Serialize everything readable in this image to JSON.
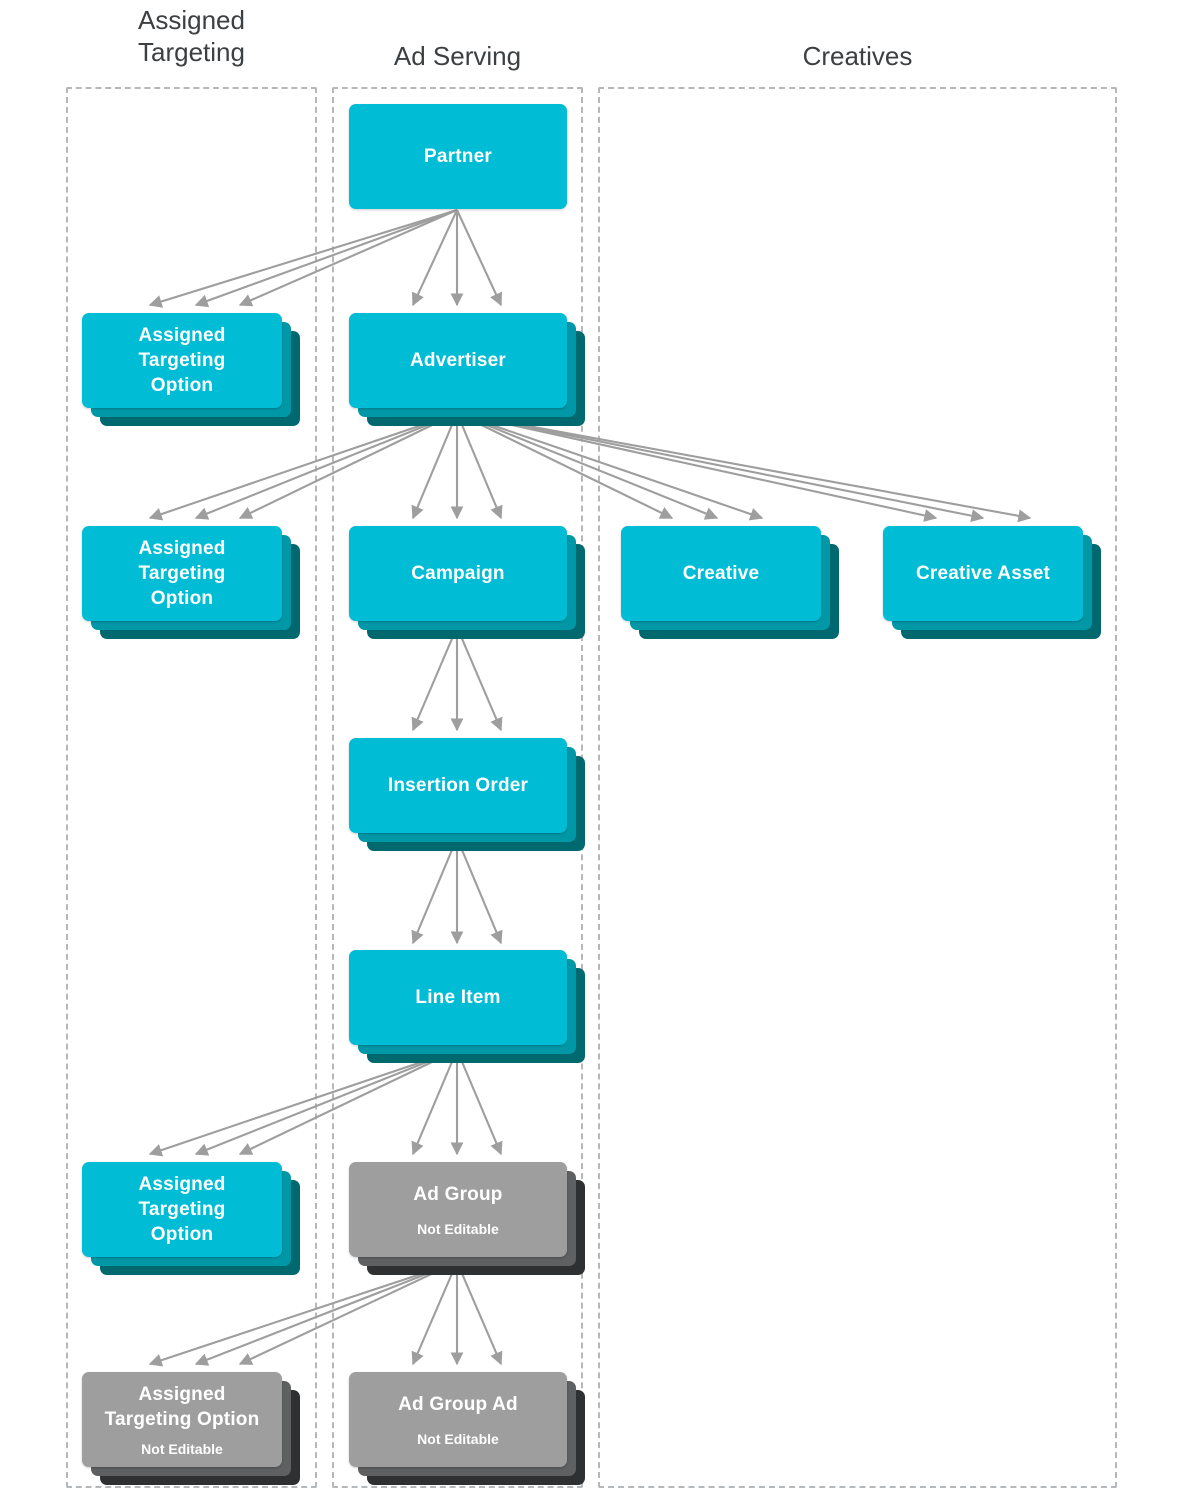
{
  "columns": [
    {
      "id": "assigned-targeting",
      "label": "Assigned\nTargeting",
      "label_line1": "Assigned",
      "label_line2": "Targeting"
    },
    {
      "id": "ad-serving",
      "label": "Ad Serving"
    },
    {
      "id": "creatives",
      "label": "Creatives"
    }
  ],
  "labels": {
    "not_editable": "Not Editable"
  },
  "colors": {
    "card_cyan": "#00bcd4",
    "card_cyan_shadow_mid": "#0097a7",
    "card_cyan_shadow_back": "#00696f",
    "card_gray": "#9e9e9e",
    "card_gray_shadow_mid": "#5f6061",
    "card_gray_shadow_back": "#2f3031",
    "edge_line": "#9e9e9e",
    "column_border": "#b5b8bb",
    "header_text": "#3c4043",
    "card_text": "#ffffff"
  },
  "nodes": [
    {
      "id": "partner",
      "title": "Partner",
      "sub": "",
      "column": "ad-serving",
      "style": "cyan",
      "stacked": false
    },
    {
      "id": "ato-partner",
      "title": "Assigned Targeting Option",
      "sub": "",
      "column": "assigned-targeting",
      "style": "cyan",
      "stacked": true
    },
    {
      "id": "advertiser",
      "title": "Advertiser",
      "sub": "",
      "column": "ad-serving",
      "style": "cyan",
      "stacked": true
    },
    {
      "id": "ato-advertiser",
      "title": "Assigned Targeting Option",
      "sub": "",
      "column": "assigned-targeting",
      "style": "cyan",
      "stacked": true
    },
    {
      "id": "campaign",
      "title": "Campaign",
      "sub": "",
      "column": "ad-serving",
      "style": "cyan",
      "stacked": true
    },
    {
      "id": "creative",
      "title": "Creative",
      "sub": "",
      "column": "creatives",
      "style": "cyan",
      "stacked": true
    },
    {
      "id": "creative-asset",
      "title": "Creative Asset",
      "sub": "",
      "column": "creatives",
      "style": "cyan",
      "stacked": true
    },
    {
      "id": "insertion-order",
      "title": "Insertion Order",
      "sub": "",
      "column": "ad-serving",
      "style": "cyan",
      "stacked": true
    },
    {
      "id": "line-item",
      "title": "Line Item",
      "sub": "",
      "column": "ad-serving",
      "style": "cyan",
      "stacked": true
    },
    {
      "id": "ato-line-item",
      "title": "Assigned Targeting Option",
      "sub": "",
      "column": "assigned-targeting",
      "style": "cyan",
      "stacked": true
    },
    {
      "id": "ad-group",
      "title": "Ad Group",
      "sub": "Not Editable",
      "column": "ad-serving",
      "style": "gray",
      "stacked": true
    },
    {
      "id": "ato-ad-group",
      "title": "Assigned Targeting Option",
      "sub": "Not Editable",
      "column": "assigned-targeting",
      "style": "gray",
      "stacked": true
    },
    {
      "id": "ad-group-ad",
      "title": "Ad Group Ad",
      "sub": "Not Editable",
      "column": "ad-serving",
      "style": "gray",
      "stacked": true
    }
  ],
  "node_text": {
    "partner": "Partner",
    "advertiser": "Advertiser",
    "campaign": "Campaign",
    "insertion_order": "Insertion Order",
    "line_item": "Line Item",
    "ad_group": "Ad Group",
    "ad_group_ad": "Ad Group Ad",
    "creative": "Creative",
    "creative_asset": "Creative Asset",
    "ato_l1": "Assigned",
    "ato_l2": "Targeting",
    "ato_l3": "Option",
    "ato_flat_l1": "Assigned",
    "ato_flat_l2": "Targeting Option"
  },
  "edges": [
    {
      "from": "partner",
      "to": "ato-partner",
      "count": 3
    },
    {
      "from": "partner",
      "to": "advertiser",
      "count": 3
    },
    {
      "from": "advertiser",
      "to": "ato-advertiser",
      "count": 3
    },
    {
      "from": "advertiser",
      "to": "campaign",
      "count": 3
    },
    {
      "from": "advertiser",
      "to": "creative",
      "count": 3
    },
    {
      "from": "advertiser",
      "to": "creative-asset",
      "count": 3
    },
    {
      "from": "campaign",
      "to": "insertion-order",
      "count": 3
    },
    {
      "from": "insertion-order",
      "to": "line-item",
      "count": 3
    },
    {
      "from": "line-item",
      "to": "ato-line-item",
      "count": 3
    },
    {
      "from": "line-item",
      "to": "ad-group",
      "count": 3
    },
    {
      "from": "ad-group",
      "to": "ato-ad-group",
      "count": 3
    },
    {
      "from": "ad-group",
      "to": "ad-group-ad",
      "count": 3
    }
  ]
}
